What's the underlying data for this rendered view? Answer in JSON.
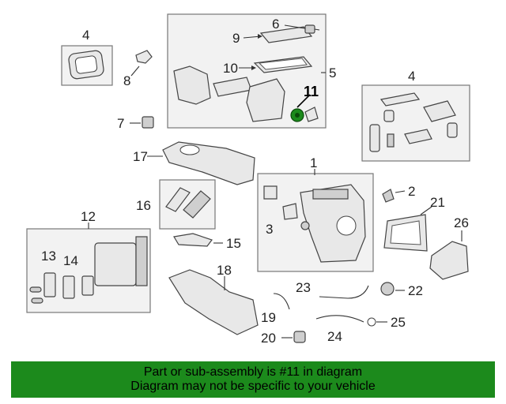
{
  "callouts": {
    "c1": "1",
    "c2": "2",
    "c3": "3",
    "c4a": "4",
    "c4b": "4",
    "c5": "5",
    "c6": "6",
    "c7": "7",
    "c8": "8",
    "c9": "9",
    "c10": "10",
    "c11": "11",
    "c12": "12",
    "c13": "13",
    "c14": "14",
    "c15": "15",
    "c16": "16",
    "c17": "17",
    "c18": "18",
    "c19": "19",
    "c20": "20",
    "c21": "21",
    "c22": "22",
    "c23": "23",
    "c24": "24",
    "c25": "25",
    "c26": "26"
  },
  "highlight": {
    "part": "11",
    "color": "#1c8a1c"
  },
  "banner": {
    "line1": "Part or sub-assembly is #11 in diagram",
    "line2": "Diagram may not be specific to your vehicle",
    "background": "#1c8a1c"
  }
}
